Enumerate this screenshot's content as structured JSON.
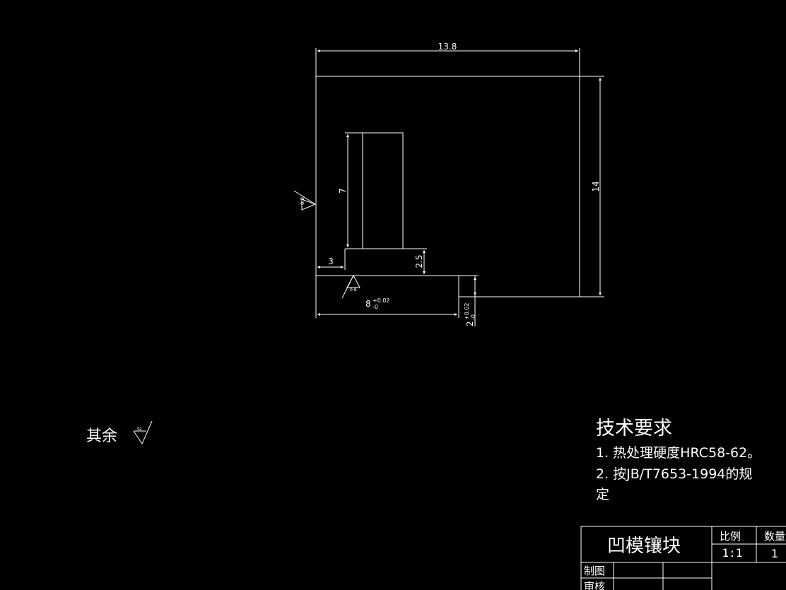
{
  "colors": {
    "background": "#000000",
    "line": "#ffffff"
  },
  "dimensions": {
    "width": "13.8",
    "height": "14",
    "slot_height": "7",
    "slot_offset": "3",
    "step_height": "2.5",
    "base_length": "8",
    "base_length_tol_upper": "+0.02",
    "base_length_tol_lower": "-0",
    "base_thickness": "2",
    "base_thickness_tol_upper": "+0.02",
    "base_thickness_tol_lower": "-0"
  },
  "surface_marks": {
    "left_face": "0.8",
    "bottom_face": "0.8",
    "general": "32"
  },
  "notes": {
    "rest_label": "其余",
    "tech_title": "技术要求",
    "line1": "1.  热处理硬度HRC58-62。",
    "line2": "2.  按JB/T7653-1994的规",
    "line2_cont": "定"
  },
  "title_block": {
    "part_name": "凹模镶块",
    "scale_label": "比例",
    "scale_value": "1:1",
    "qty_label": "数量",
    "qty_value": "1",
    "drawn_label": "制图",
    "checked_label": "审核"
  }
}
